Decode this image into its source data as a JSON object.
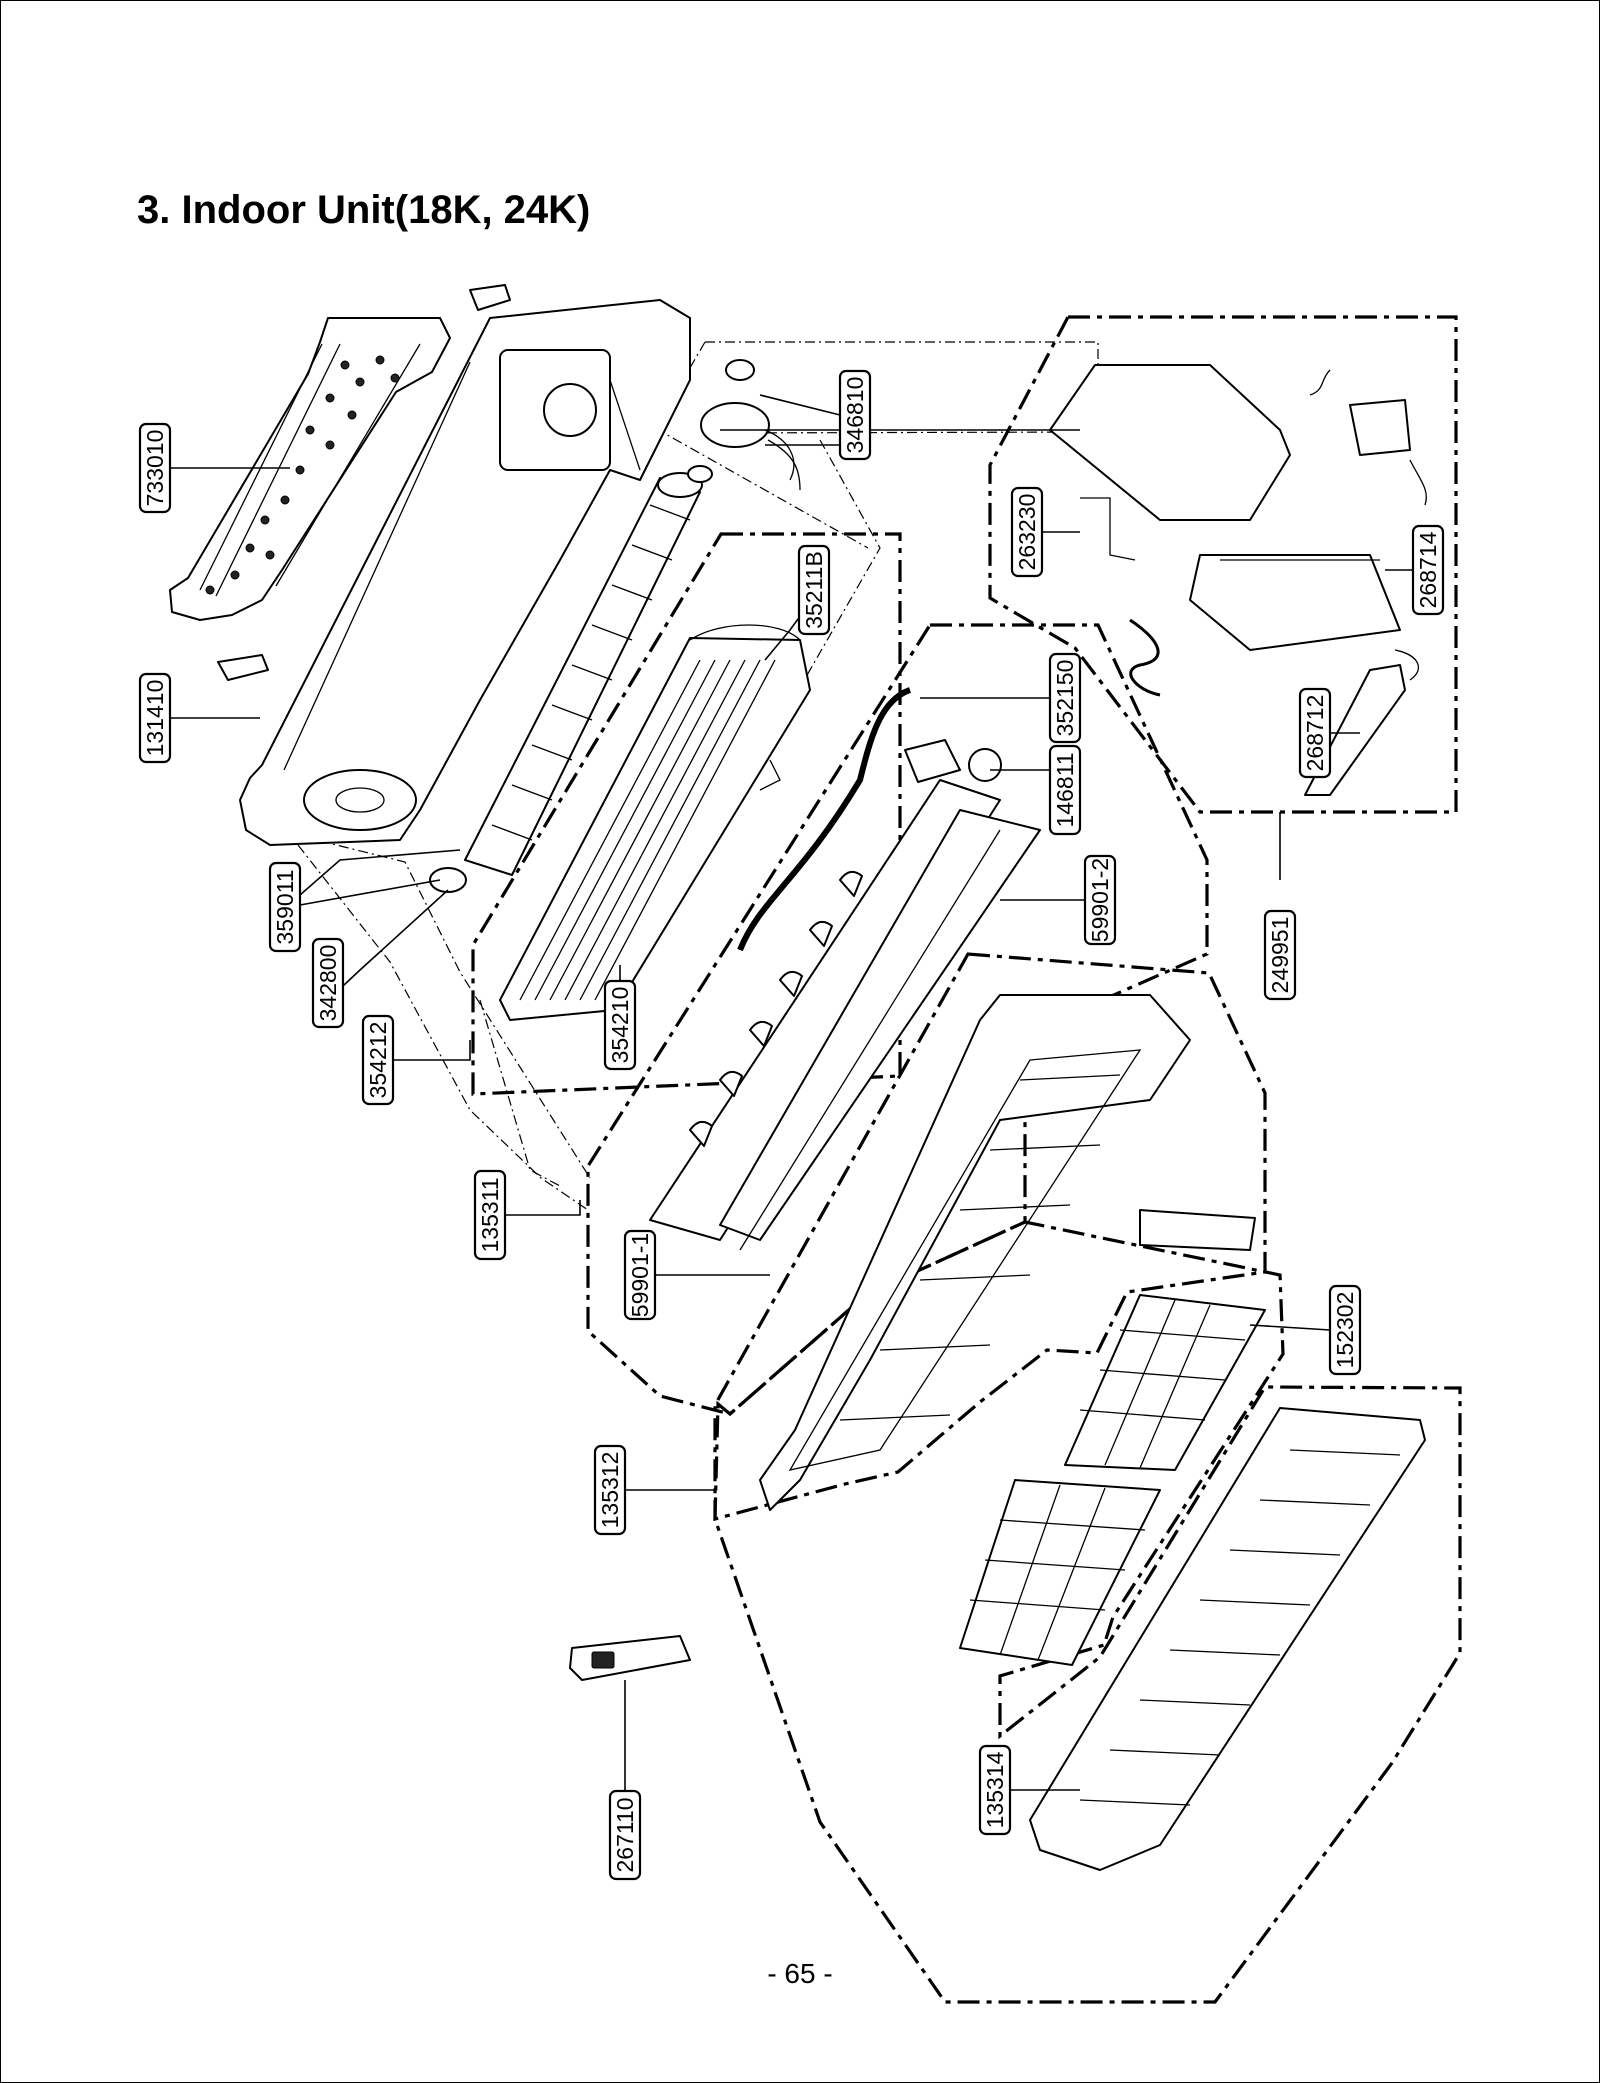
{
  "page": {
    "title": "3. Indoor Unit(18K, 24K)",
    "page_number": "- 65 -"
  },
  "callouts": {
    "c733010": "733010",
    "c131410": "131410",
    "c346810": "346810",
    "c352118": "35211B",
    "c263230": "263230",
    "c268714": "268714",
    "c352150": "352150",
    "c146811": "146811",
    "c268712": "268712",
    "c359011": "359011",
    "c342800": "342800",
    "c354212": "354212",
    "c354210": "354210",
    "c599012": "59901-2",
    "c249951": "249951",
    "c135311": "135311",
    "c599011": "59901-1",
    "c152302": "152302",
    "c135312": "135312",
    "c267110": "267110",
    "c135314": "135314"
  }
}
